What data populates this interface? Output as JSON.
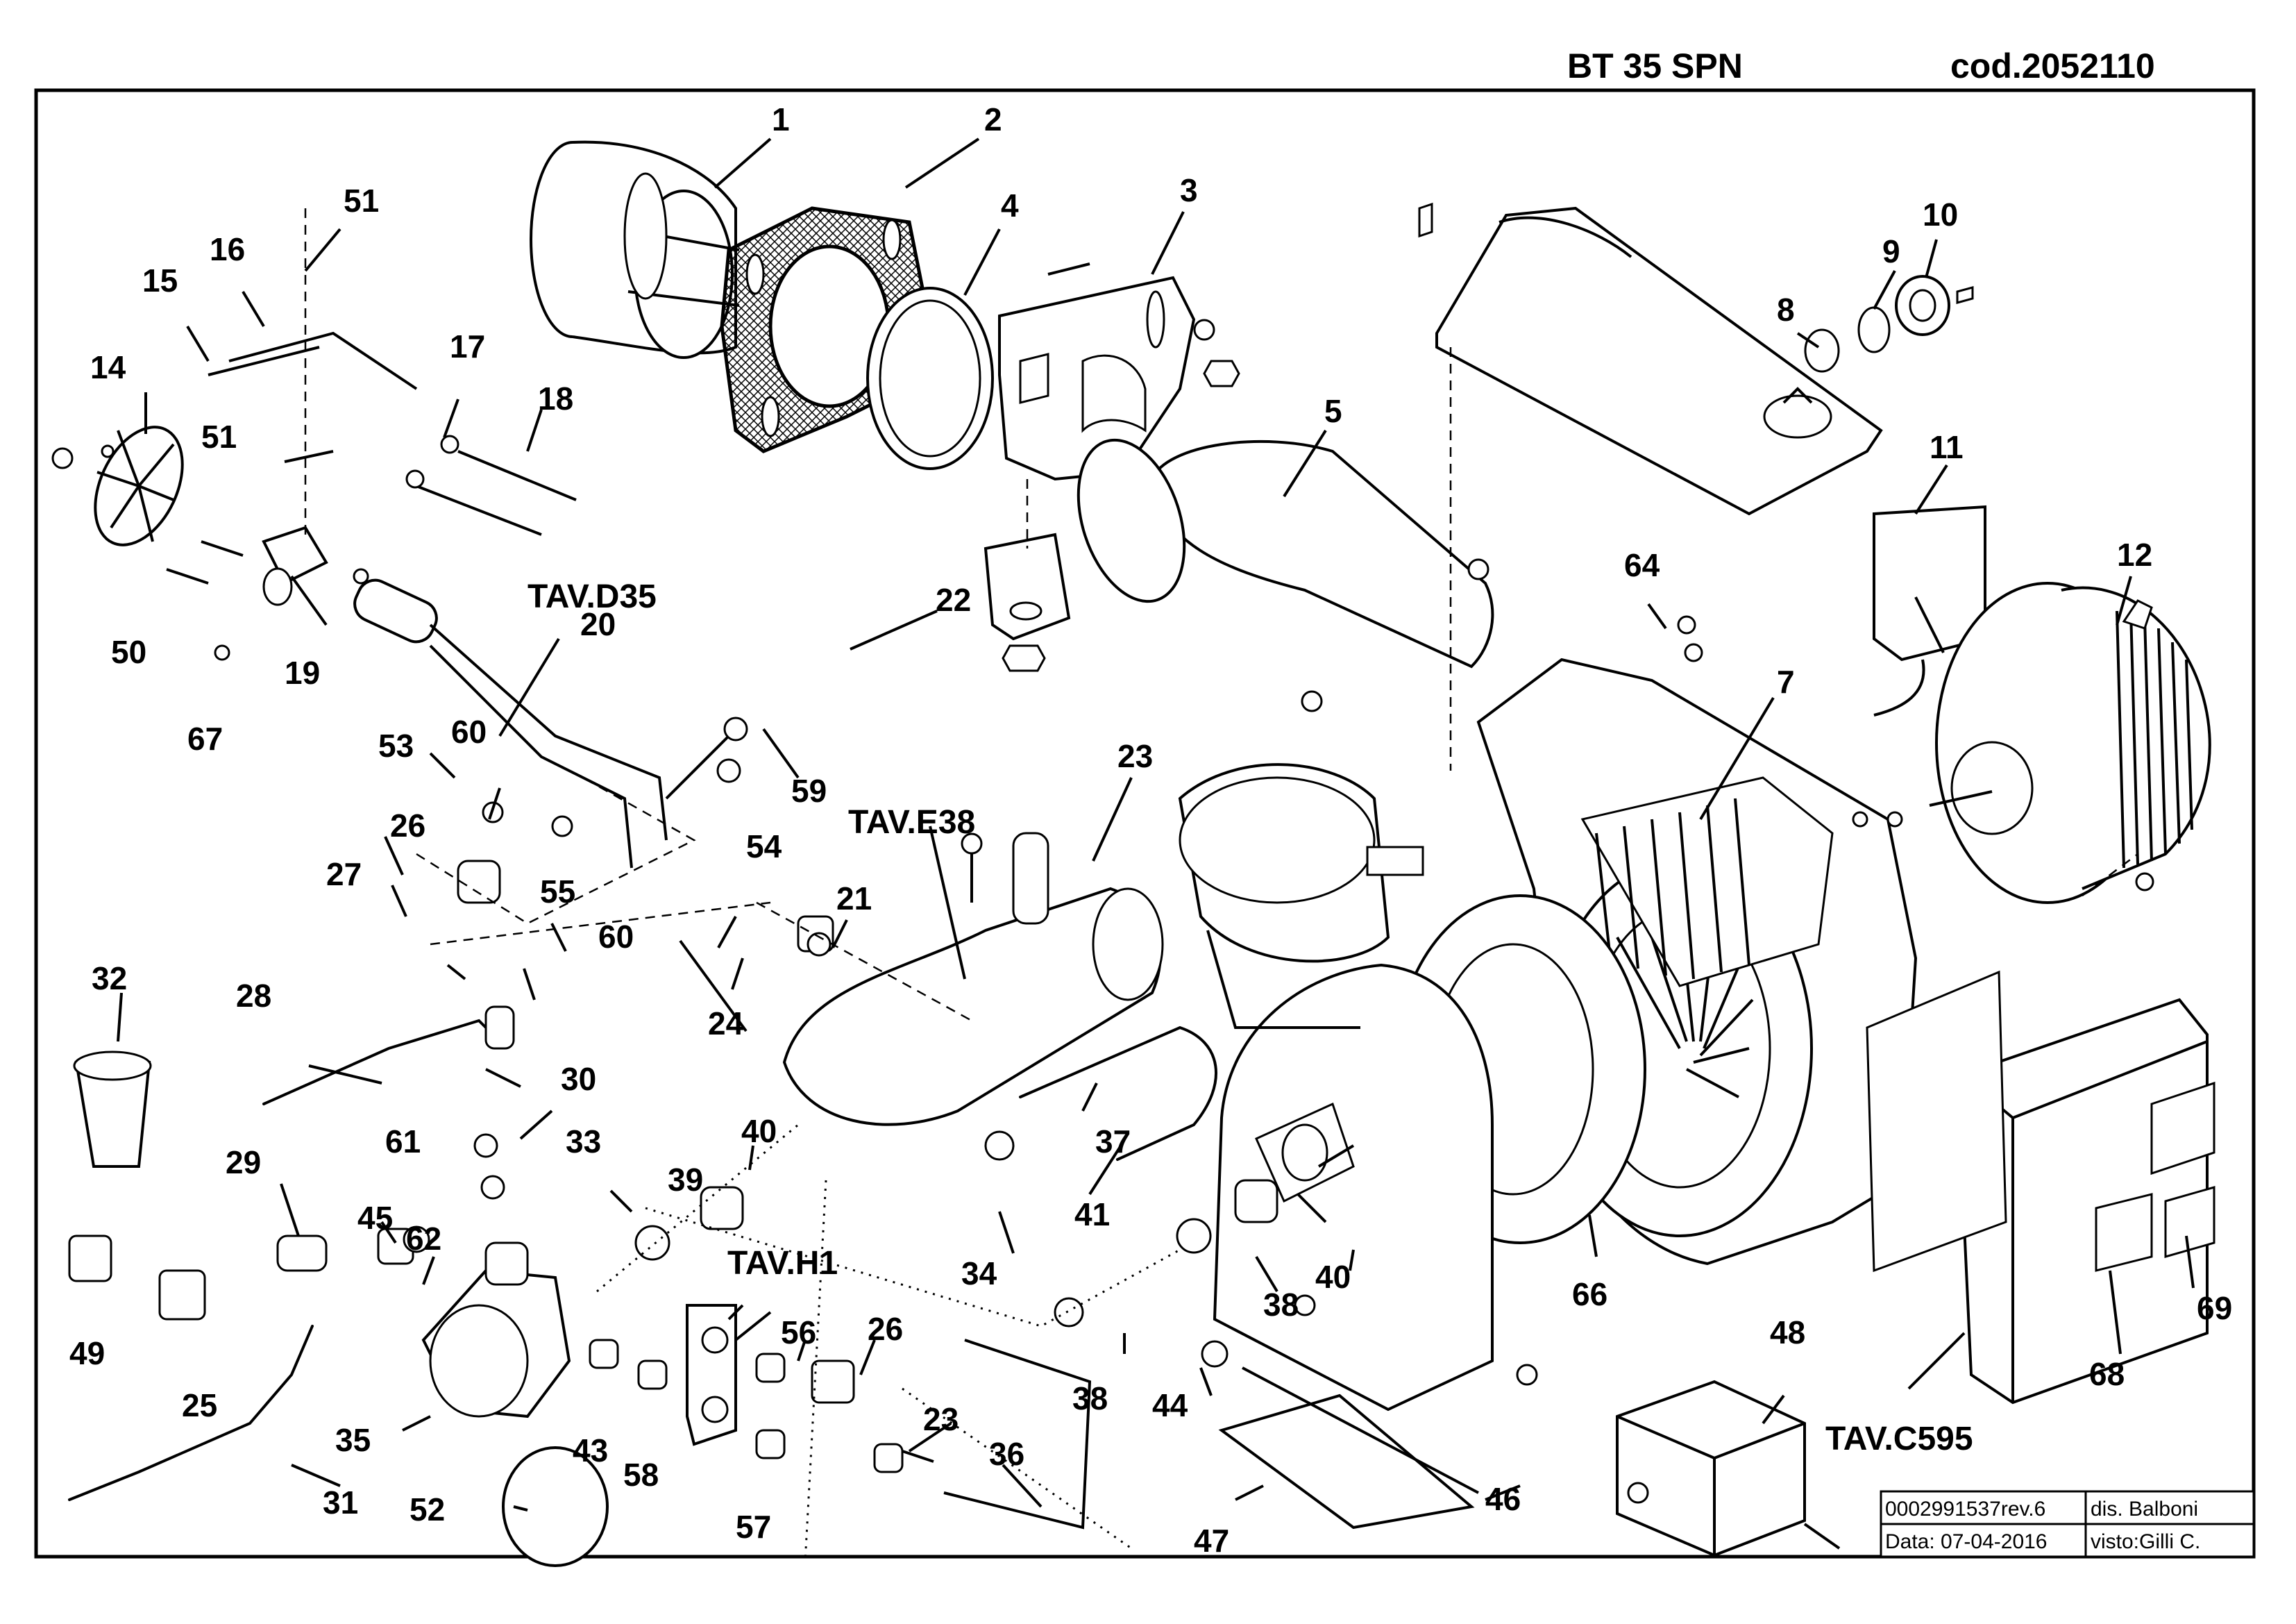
{
  "header": {
    "model": "BT 35 SPN",
    "code": "cod.2052110"
  },
  "callouts": [
    "1",
    "2",
    "3",
    "4",
    "5",
    "7",
    "8",
    "9",
    "10",
    "11",
    "12",
    "14",
    "15",
    "16",
    "17",
    "18",
    "19",
    "20",
    "21",
    "22",
    "23",
    "24",
    "25",
    "26",
    "27",
    "28",
    "29",
    "30",
    "31",
    "32",
    "33",
    "34",
    "35",
    "36",
    "37",
    "38",
    "39",
    "40",
    "41",
    "43",
    "44",
    "45",
    "46",
    "47",
    "48",
    "49",
    "50",
    "51",
    "52",
    "53",
    "54",
    "55",
    "56",
    "57",
    "58",
    "59",
    "60",
    "61",
    "62",
    "64",
    "66",
    "67",
    "68",
    "69"
  ],
  "table_refs": {
    "d35": "TAV.D35",
    "e38": "TAV.E38",
    "h1": "TAV.H1",
    "c595": "TAV.C595"
  },
  "title_block": {
    "drawing_number": "0002991537rev.6",
    "drawn_by": "dis. Balboni",
    "date": "Data: 07-04-2016",
    "checked_by": "visto:Gilli C."
  }
}
